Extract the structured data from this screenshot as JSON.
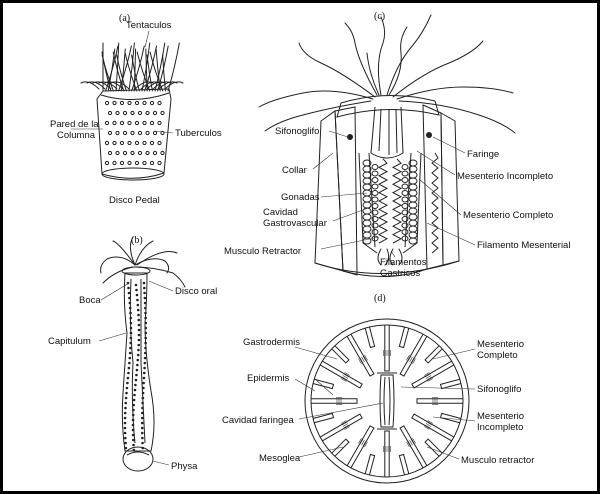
{
  "panels": {
    "a": "(a)",
    "b": "(b)",
    "c": "(c)",
    "d": "(d)"
  },
  "labels_a": {
    "tentaculos": "Tentaculos",
    "pared_1": "Pared de la",
    "pared_2": "Columna",
    "tuberculos": "Tuberculos",
    "disco_pedal": "Disco Pedal"
  },
  "labels_b": {
    "boca": "Boca",
    "disco_oral": "Disco oral",
    "capitulum": "Capitulum",
    "physa": "Physa"
  },
  "labels_c": {
    "sifonoglifo": "Sifonoglifo",
    "collar": "Collar",
    "gonadas": "Gonadas",
    "cavidad_1": "Cavidad",
    "cavidad_2": "Gastrovascular",
    "musculo_retractor": "Musculo Retractor",
    "filamentos_1": "Filamentos",
    "filamentos_2": "Gastricos",
    "faringe": "Faringe",
    "mesenterio_incompleto": "Mesenterio Incompleto",
    "mesenterio_completo": "Mesenterio Completo",
    "filamento_mesenterial": "Filamento Mesenterial"
  },
  "labels_d": {
    "gastrodermis": "Gastrodermis",
    "epidermis": "Epidermis",
    "cavidad_faringea": "Cavidad faringea",
    "mesoglea": "Mesoglea",
    "mesenterio_completo_1": "Mesenterio",
    "mesenterio_completo_2": "Completo",
    "sifonoglifo": "Sifonoglifo",
    "mesenterio_incompleto_1": "Mesenterio",
    "mesenterio_incompleto_2": "Incompleto",
    "musculo_retractor": "Musculo retractor"
  }
}
